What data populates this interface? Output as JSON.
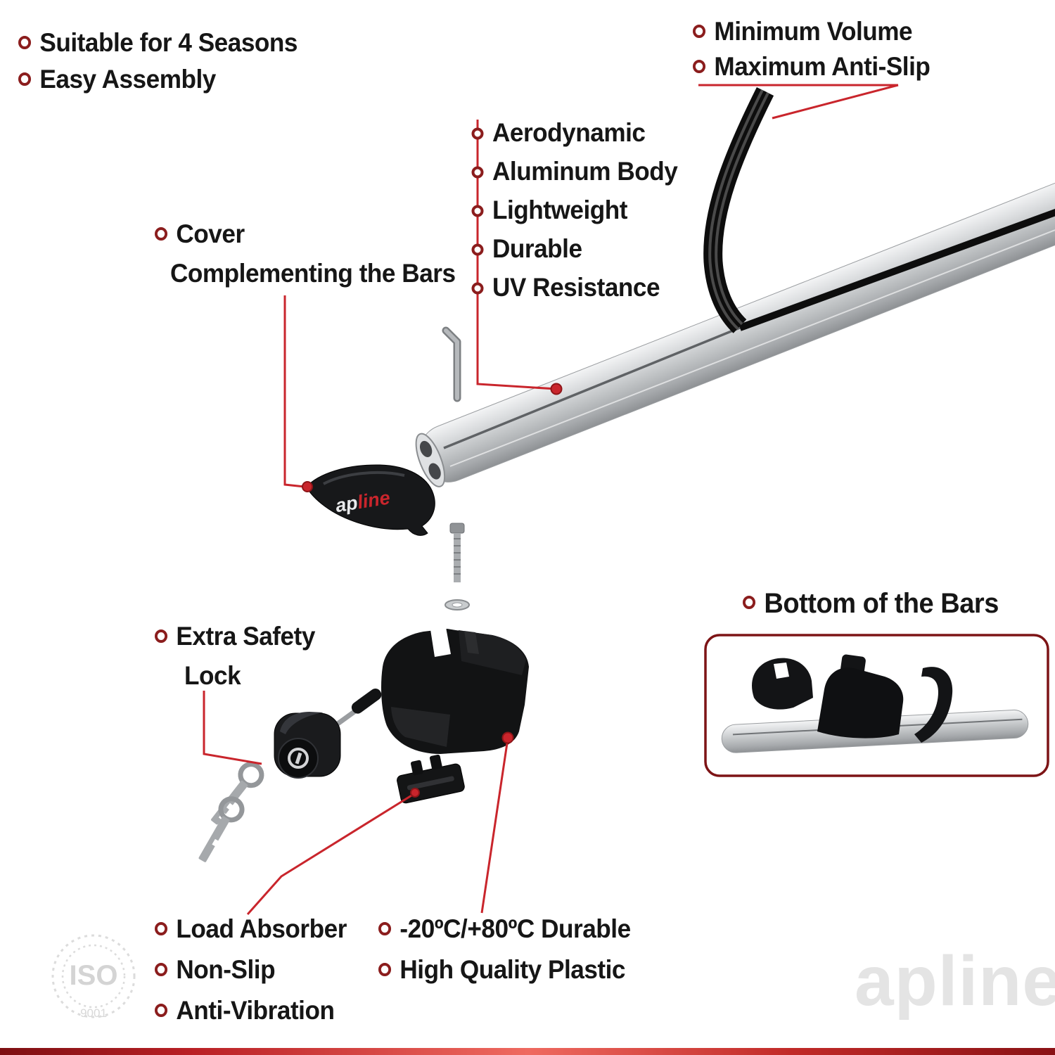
{
  "title": "Roof rack cross bars product infographic",
  "colors": {
    "accent_red": "#c9252c",
    "bullet_red": "#8b1d1d",
    "text": "#161616",
    "bar_silver": "#c6c9cb",
    "watermark_gray": "#e4e4e4"
  },
  "callouts": {
    "top_left": [
      "Suitable for 4 Seasons",
      "Easy Assembly"
    ],
    "top_right": [
      "Minimum Volume",
      "Maximum Anti-Slip"
    ],
    "bar_features": [
      "Aerodynamic",
      "Aluminum Body",
      "Lightweight",
      "Durable",
      "UV Resistance"
    ],
    "cover": {
      "title": "Cover",
      "subtitle": "Complementing the Bars"
    },
    "safety_lock": {
      "line1": "Extra Safety",
      "line2": "Lock"
    },
    "inset_title": "Bottom of the Bars",
    "foot_pad": [
      "Load Absorber",
      "Non-Slip",
      "Anti-Vibration"
    ],
    "material": [
      "-20ºC/+80ºC Durable",
      "High Quality Plastic"
    ]
  },
  "branding": {
    "cover_logo_ap": "ap",
    "cover_logo_line": "line",
    "watermark": "apline",
    "iso_label": "ISO",
    "iso_number": "9001"
  }
}
